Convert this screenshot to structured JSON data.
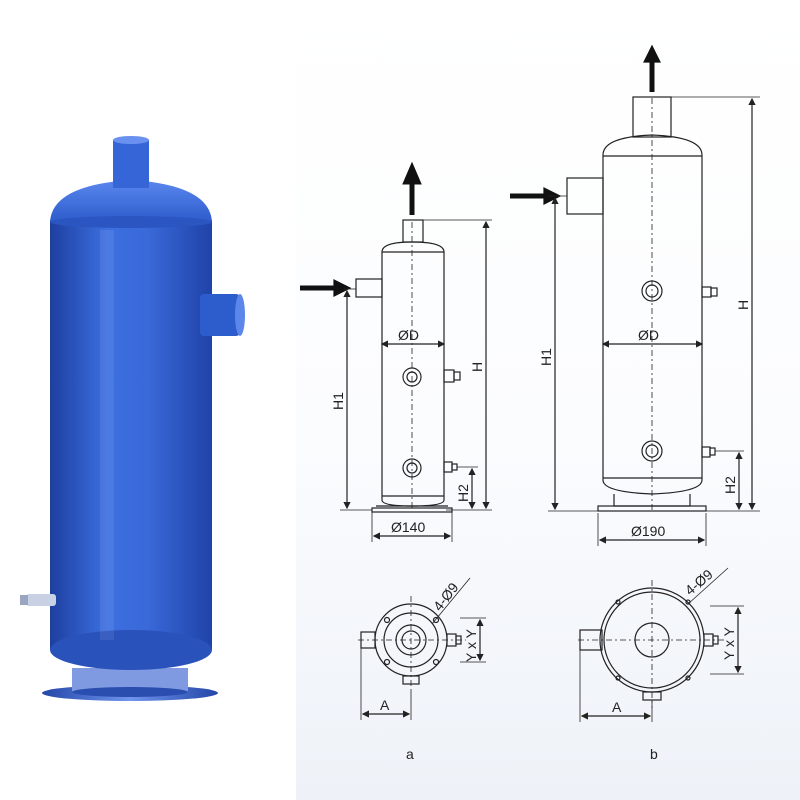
{
  "photo": {
    "description_icon": "blue-vertical-receiver-photo"
  },
  "colors": {
    "tank_blue": "#2f5fd0",
    "tank_dark": "#1c3f9e",
    "line": "#222222",
    "arrow": "#111111"
  },
  "drawing_a": {
    "dim_diameter": "ØD",
    "dim_height": "H",
    "dim_inlet_height": "H1",
    "dim_port_height": "H2",
    "dim_base": "Ø140",
    "dim_holes": "4-Ø9",
    "dim_offset_a": "A",
    "dim_fitting": "Y x Y",
    "caption": "a"
  },
  "drawing_b": {
    "dim_diameter": "ØD",
    "dim_height": "H",
    "dim_inlet_height": "H1",
    "dim_port_height": "H2",
    "dim_base": "Ø190",
    "dim_holes": "4-Ø9",
    "dim_offset_a": "A",
    "dim_fitting": "Y x Y",
    "caption": "b"
  }
}
